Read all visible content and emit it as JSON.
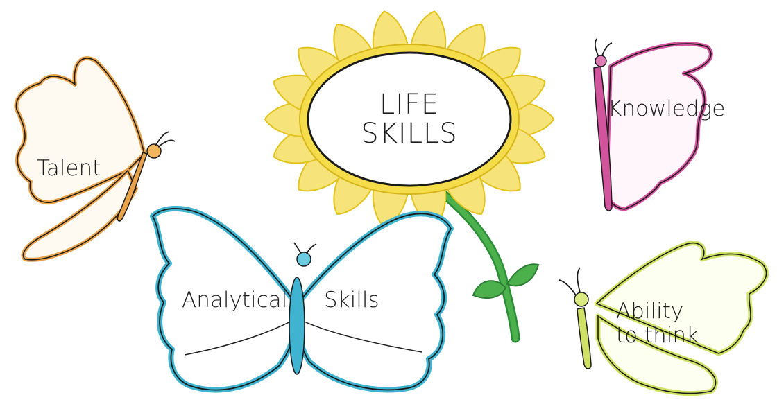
{
  "center": {
    "line1": "LIFE",
    "line2": "SKILLS"
  },
  "butterflies": {
    "talent": {
      "label": "Talent",
      "color": "#e8a24a"
    },
    "knowledge": {
      "label": "Knowledge",
      "color": "#d2549c"
    },
    "analytical_skills": {
      "left_label": "Analytical",
      "right_label": "Skills",
      "color": "#3fb3cf"
    },
    "ability": {
      "line1": "Ability",
      "line2": "to think",
      "color": "#cfe266"
    }
  },
  "colors": {
    "petals": "#f6e47a",
    "petal_stroke": "#e2c21c",
    "stem": "#3aa244",
    "leaf": "#4cb04c",
    "outline": "#1a1a1a"
  }
}
